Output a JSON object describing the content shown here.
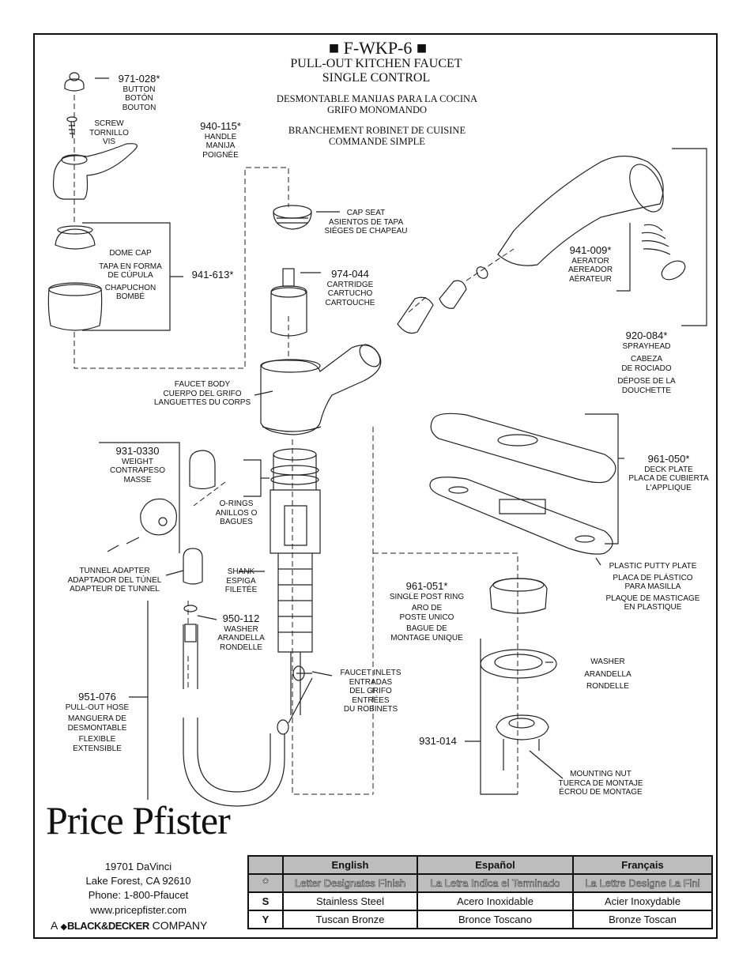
{
  "header": {
    "model": "F-WKP-6",
    "title_lines": [
      "PULL-OUT KITCHEN FAUCET",
      "SINGLE CONTROL"
    ],
    "spanish_lines": [
      "DESMONTABLE MANIJAS PARA LA COCINA",
      "GRIFO MONOMANDO"
    ],
    "french_lines": [
      "BRANCHEMENT ROBINET DE CUISINE",
      "COMMANDE SIMPLE"
    ]
  },
  "parts": {
    "button": {
      "number": "971-028*",
      "names": [
        "BUTTON",
        "BOTÓN",
        "BOUTON"
      ]
    },
    "screw": {
      "names": [
        "SCREW",
        "TORNILLO",
        "VIS"
      ]
    },
    "handle": {
      "number": "940-115*",
      "names": [
        "HANDLE",
        "MANIJA",
        "POIGNÉE"
      ]
    },
    "dome_cap": {
      "number": "941-613*",
      "names": [
        "DOME CAP",
        "TAPA EN FORMA",
        "DE CÚPULA",
        "CHAPUCHON",
        "BOMBÉ"
      ]
    },
    "cap_seat": {
      "names": [
        "CAP SEAT",
        "ASIENTOS DE TAPA",
        "SIÉGES DE CHAPEAU"
      ]
    },
    "cartridge": {
      "number": "974-044",
      "names": [
        "CARTRIDGE",
        "CARTUCHO",
        "CARTOUCHE"
      ]
    },
    "aerator": {
      "number": "941-009*",
      "names": [
        "AERATOR",
        "AEREADOR",
        "AÉRATEUR"
      ]
    },
    "sprayhead": {
      "number": "920-084*",
      "names": [
        "SPRAYHEAD",
        "CABEZA",
        "DE ROCIADO",
        "DÉPOSE DE LA",
        "DOUCHETTE"
      ]
    },
    "faucet_body": {
      "names": [
        "FAUCET BODY",
        "CUERPO DEL GRIFO",
        "LANGUETTES DU CORPS"
      ]
    },
    "weight": {
      "number": "931-0330",
      "names": [
        "WEIGHT",
        "CONTRAPESO",
        "MASSE"
      ]
    },
    "orings": {
      "names": [
        "O-RINGS",
        "ANILLOS O",
        "BAGUES"
      ]
    },
    "deck_plate": {
      "number": "961-050*",
      "names": [
        "DECK PLATE",
        "PLACA DE CUBIERTA",
        "L'APPLIQUE"
      ]
    },
    "putty_plate": {
      "names": [
        "PLASTIC PUTTY PLATE",
        "PLACA DE PLÁSTICO",
        "PARA MASILLA",
        "PLAQUE DE MASTICAGE",
        "EN PLASTIQUE"
      ]
    },
    "tunnel_adapter": {
      "names": [
        "TUNNEL ADAPTER",
        "ADAPTADOR DEL TÚNEL",
        "ADAPTEUR DE TUNNEL"
      ]
    },
    "shank": {
      "names": [
        "SHANK",
        "ESPIGA",
        "FILETÉE"
      ]
    },
    "post_ring": {
      "number": "961-051*",
      "names": [
        "SINGLE POST RING",
        "ARO DE",
        "POSTE UNICO",
        "BAGUE DE",
        "MONTAGE UNIQUE"
      ]
    },
    "hose_washer": {
      "number": "950-112",
      "names": [
        "WASHER",
        "ARANDELLA",
        "RONDELLE"
      ]
    },
    "washer": {
      "names": [
        "WASHER",
        "ARANDELLA",
        "RONDELLE"
      ]
    },
    "inlets": {
      "names": [
        "FAUCET INLETS",
        "ENTRADAS",
        "DEL GRIFO",
        "ENTRÉES",
        "DU ROBINETS"
      ]
    },
    "hose": {
      "number": "951-076",
      "names": [
        "PULL-OUT HOSE",
        "MANGUERA DE",
        "DESMONTABLE",
        "FLEXIBLE",
        "EXTENSIBLE"
      ]
    },
    "mounting": {
      "number": "931-014",
      "names": [
        "MOUNTING NUT",
        "TUERCA DE MONTAJE",
        "ÉCROU DE MONTAGE"
      ]
    }
  },
  "brand": {
    "logo": "Price Pfister",
    "address": [
      "19701 DaVinci",
      "Lake Forest, CA  92610",
      "Phone: 1-800-Pfaucet",
      "www.pricepfister.com"
    ],
    "company_prefix": "A",
    "company_name": "BLACK&DECKER",
    "company_suffix": "COMPANY"
  },
  "finish_table": {
    "headers": [
      "",
      "English",
      "Español",
      "Français"
    ],
    "rows": [
      {
        "code": "*",
        "cells": [
          "Letter Designates Finish",
          "La Letra Indica el Terminado",
          "La Lettre Designe La Fini"
        ]
      },
      {
        "code": "S",
        "cells": [
          "Stainless Steel",
          "Acero Inoxidable",
          "Acier Inoxydable"
        ]
      },
      {
        "code": "Y",
        "cells": [
          "Tuscan Bronze",
          "Bronce Toscano",
          "Bronze Toscan"
        ]
      }
    ]
  }
}
